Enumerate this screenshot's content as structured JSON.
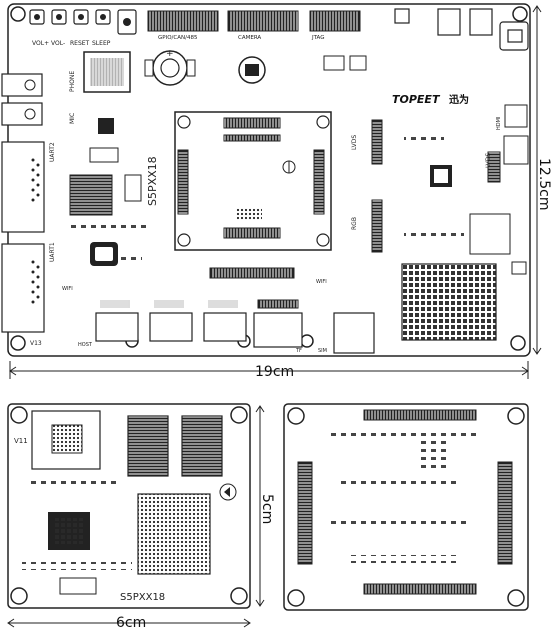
{
  "board": {
    "buttons": [
      "VOL+",
      "VOL-",
      "RESET",
      "SLEEP"
    ],
    "headers": [
      "GPIO/CAN/485",
      "CAMERA",
      "JTAG"
    ],
    "left_labels": [
      "PHONE",
      "MIC",
      "UART2",
      "UART1",
      "V13"
    ],
    "module_label": "S5PXX18",
    "brand": "TOPEET",
    "brand_cn": "迅为",
    "right_labels": [
      "LVDS",
      "LVDS",
      "RGB",
      "HDMI"
    ],
    "bottom_labels": [
      "WIFI",
      "HOST",
      "TF",
      "SIM",
      "WIFI"
    ]
  },
  "dimensions": {
    "width_main": "19cm",
    "height_main": "12.5cm",
    "width_core": "6cm",
    "height_core": "5cm"
  },
  "core_front": {
    "corner_label": "V11",
    "module_label": "S5PXX18"
  }
}
